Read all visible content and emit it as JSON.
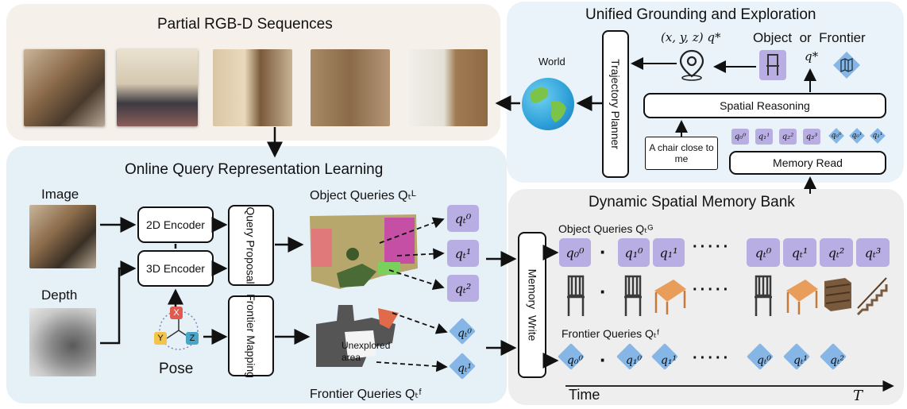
{
  "partial_rgbd": {
    "title": "Partial RGB-D Sequences"
  },
  "unified": {
    "title": "Unified Grounding and Exploration",
    "location_label": "(x, y, z) q*",
    "object_or_frontier": "Object  or  Frontier",
    "q_star": "q*",
    "spatial_reasoning": "Spatial Reasoning",
    "instruction": "A chair close to me",
    "memory_read": "Memory Read",
    "small_object_queries": [
      "q₀⁰",
      "q₁¹",
      "q₂²",
      "q₃³"
    ],
    "small_frontier_queries": [
      "q₀⁰",
      "q₀¹",
      "q₁¹"
    ]
  },
  "trajectory_planner": "Trajectory Planner",
  "world_label": "World",
  "online": {
    "title": "Online Query Representation Learning",
    "image_label": "Image",
    "depth_label": "Depth",
    "pose_label": "Pose",
    "encoder_2d": "2D Encoder",
    "encoder_3d": "3D Encoder",
    "query_proposal": "Query Proposal",
    "frontier_mapping": "Frontier Mapping",
    "object_queries_label": "Object Queries Qₜᴸ",
    "frontier_queries_label": "Frontier Queries Qₜᶠ",
    "unexplored_area": "Unexplored area",
    "object_queries": [
      "qₜ⁰",
      "qₜ¹",
      "qₜ²"
    ],
    "frontier_queries": [
      "qₜ⁰",
      "qₜ¹"
    ],
    "axis_x": "X",
    "axis_y": "Y",
    "axis_z": "Z"
  },
  "memory_write": "Memory  Write",
  "dynamic": {
    "title": "Dynamic Spatial Memory Bank",
    "object_queries_label": "Object Queries Qₜᴳ",
    "frontier_queries_label": "Frontier Queries Qₜᶠ",
    "object_queries": [
      "q₀⁰",
      "q₁⁰",
      "q₁¹",
      "qₜ⁰",
      "qₜ¹",
      "qₜ²",
      "qₜ³"
    ],
    "frontier_queries": [
      "q₀⁰",
      "q₁⁰",
      "q₁¹",
      "qₜ⁰",
      "qₜ¹",
      "qₜ²"
    ],
    "time_label": "Time",
    "time_end": "T",
    "dots": "·····",
    "dot": "·"
  },
  "colors": {
    "beige_panel": "#f5f0e9",
    "blue_panel": "#eaf3f9",
    "gray_panel": "#eeeeee",
    "query_purple": "#b9aee3",
    "frontier_blue": "#86b6e6"
  }
}
